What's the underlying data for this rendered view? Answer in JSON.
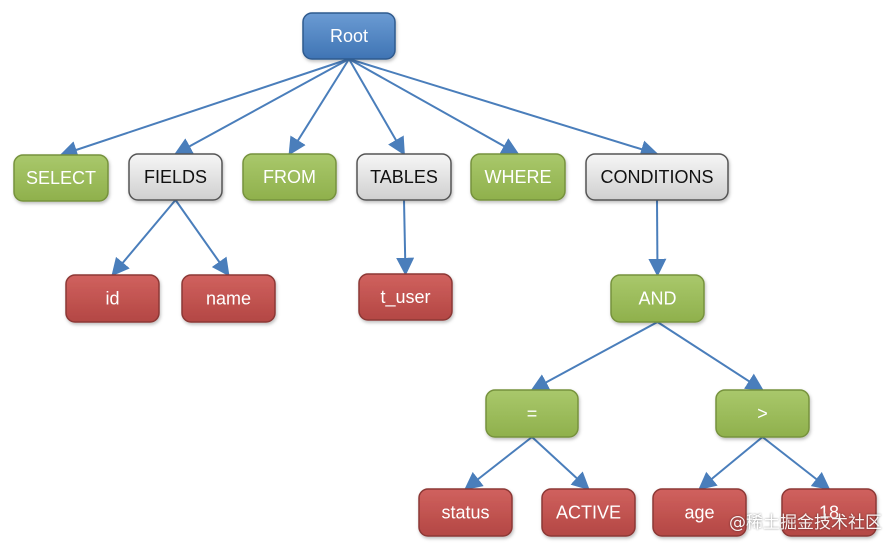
{
  "colors": {
    "root": "#4f81bd",
    "keyword": "#9bbb59",
    "group": "#dcdcdc",
    "value": "#c0504d",
    "edge": "#4a7ebb"
  },
  "tree": {
    "root": {
      "label": "Root",
      "kind": "root"
    },
    "level1": [
      {
        "label": "SELECT",
        "kind": "keyword"
      },
      {
        "label": "FIELDS",
        "kind": "group"
      },
      {
        "label": "FROM",
        "kind": "keyword"
      },
      {
        "label": "TABLES",
        "kind": "group"
      },
      {
        "label": "WHERE",
        "kind": "keyword"
      },
      {
        "label": "CONDITIONS",
        "kind": "group"
      }
    ],
    "fields": [
      {
        "label": "id",
        "kind": "value"
      },
      {
        "label": "name",
        "kind": "value"
      }
    ],
    "tables": [
      {
        "label": "t_user",
        "kind": "value"
      }
    ],
    "and_node": {
      "label": "AND",
      "kind": "keyword"
    },
    "operators": [
      {
        "label": "=",
        "kind": "keyword"
      },
      {
        "label": ">",
        "kind": "keyword"
      }
    ],
    "eq_operands": [
      {
        "label": "status",
        "kind": "value"
      },
      {
        "label": "ACTIVE",
        "kind": "value"
      }
    ],
    "gt_operands": [
      {
        "label": "age",
        "kind": "value"
      },
      {
        "label": "18",
        "kind": "value"
      }
    ]
  },
  "watermark": "@稀土掘金技术社区"
}
